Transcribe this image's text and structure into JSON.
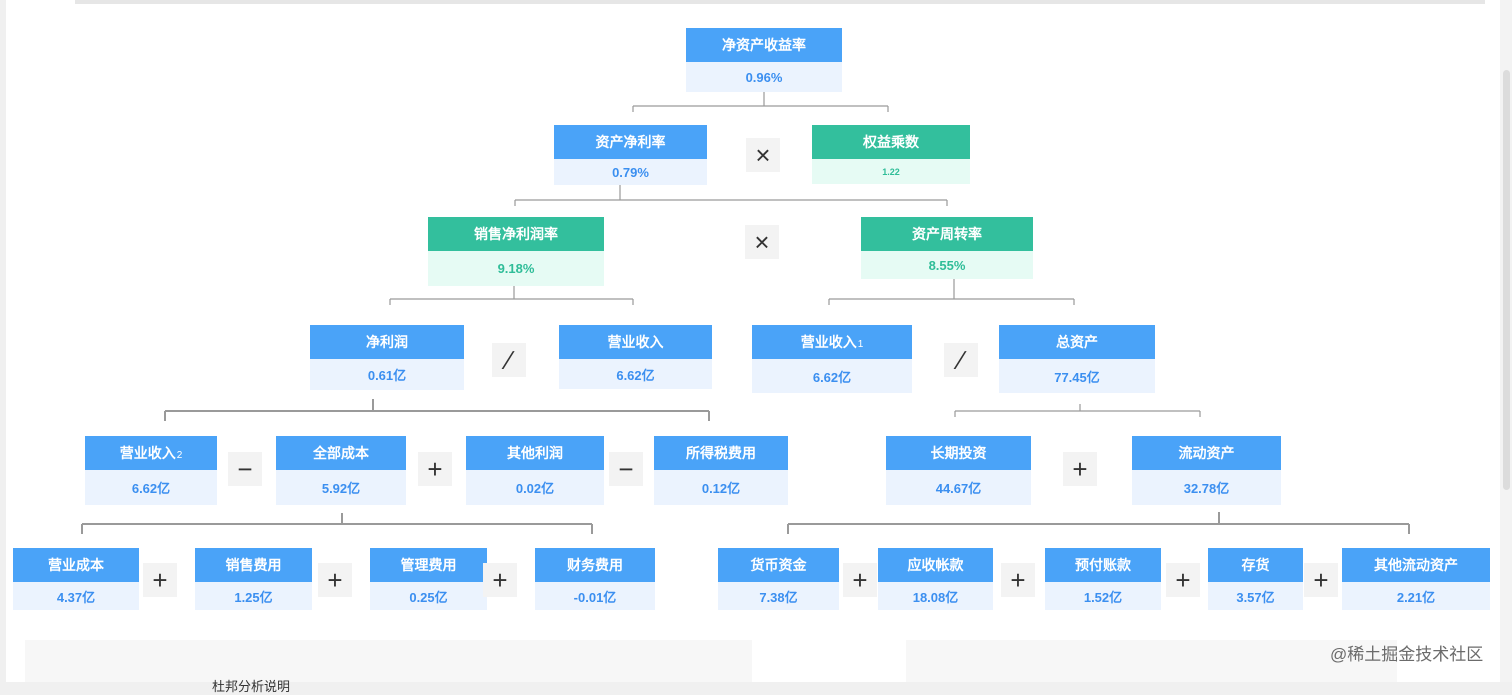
{
  "nodes": {
    "roe": {
      "label": "净资产收益率",
      "value": "0.96%"
    },
    "roa": {
      "label": "资产净利率",
      "value": "0.79%"
    },
    "equity_multiplier": {
      "label": "权益乘数",
      "value": "1.22"
    },
    "net_margin": {
      "label": "销售净利润率",
      "value": "9.18%"
    },
    "asset_turnover": {
      "label": "资产周转率",
      "value": "8.55%"
    },
    "net_profit": {
      "label": "净利润",
      "value": "0.61亿"
    },
    "revenue": {
      "label": "营业收入",
      "value": "6.62亿"
    },
    "revenue1": {
      "label": "营业收入",
      "sup": "1",
      "value": "6.62亿"
    },
    "total_assets": {
      "label": "总资产",
      "value": "77.45亿"
    },
    "revenue2": {
      "label": "营业收入",
      "sup": "2",
      "value": "6.62亿"
    },
    "total_cost": {
      "label": "全部成本",
      "value": "5.92亿"
    },
    "other_profit": {
      "label": "其他利润",
      "value": "0.02亿"
    },
    "income_tax": {
      "label": "所得税费用",
      "value": "0.12亿"
    },
    "long_term_invest": {
      "label": "长期投资",
      "value": "44.67亿"
    },
    "current_assets": {
      "label": "流动资产",
      "value": "32.78亿"
    },
    "operating_cost": {
      "label": "营业成本",
      "value": "4.37亿"
    },
    "selling_expense": {
      "label": "销售费用",
      "value": "1.25亿"
    },
    "admin_expense": {
      "label": "管理费用",
      "value": "0.25亿"
    },
    "finance_expense": {
      "label": "财务费用",
      "value": "-0.01亿"
    },
    "cash": {
      "label": "货币资金",
      "value": "7.38亿"
    },
    "receivables": {
      "label": "应收帐款",
      "value": "18.08亿"
    },
    "prepayments": {
      "label": "预付账款",
      "value": "1.52亿"
    },
    "inventory": {
      "label": "存货",
      "value": "3.57亿"
    },
    "other_current": {
      "label": "其他流动资产",
      "value": "2.21亿"
    }
  },
  "operators": {
    "multiply": "×",
    "divide": "∕",
    "minus": "−",
    "plus": "+"
  },
  "panel_text": "杜邦分析说明",
  "watermark": "@稀土掘金技术社区",
  "colors": {
    "blue_header": "#4aa3f8",
    "green_header": "#33bf9d",
    "blue_value": "#3b8ff0",
    "green_value": "#2fbd98"
  }
}
